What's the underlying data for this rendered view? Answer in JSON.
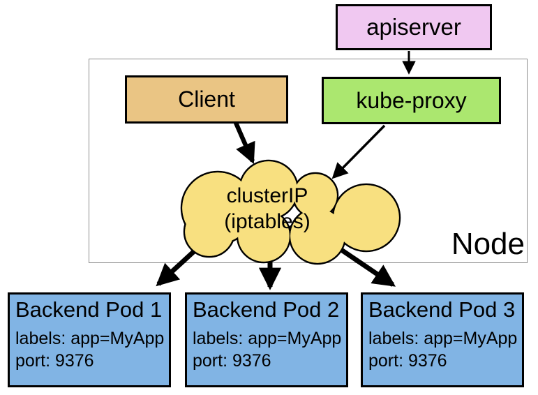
{
  "nodes": {
    "apiserver": {
      "label": "apiserver"
    },
    "client": {
      "label": "Client"
    },
    "kube_proxy": {
      "label": "kube-proxy"
    },
    "cluster_ip": {
      "line1": "clusterIP",
      "line2": "(iptables)"
    },
    "node_boundary": {
      "label": "Node"
    },
    "pods": [
      {
        "title": "Backend Pod 1",
        "labels": "labels: app=MyApp",
        "port": "port: 9376"
      },
      {
        "title": "Backend Pod 2",
        "labels": "labels: app=MyApp",
        "port": "port: 9376"
      },
      {
        "title": "Backend Pod 3",
        "labels": "labels: app=MyApp",
        "port": "port: 9376"
      }
    ]
  },
  "colors": {
    "apiserver_fill": "#f0c8f1",
    "client_fill": "#eac584",
    "kube_proxy_fill": "#abe76f",
    "cloud_fill": "#f8e080",
    "pod_fill": "#81b4e4",
    "box_border": "#000000",
    "node_border": "#8c8c8c",
    "arrow": "#000000"
  }
}
